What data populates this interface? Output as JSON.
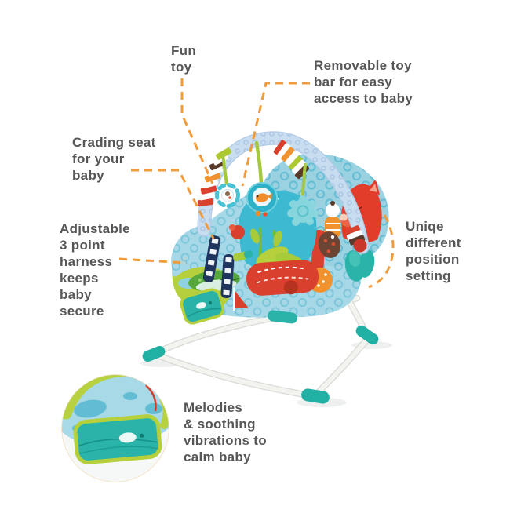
{
  "page": {
    "background": "#ffffff",
    "subject": "Baby bouncer rocker feature infographic"
  },
  "callouts": {
    "fun_toy": {
      "lines": [
        "Fun",
        "toy"
      ]
    },
    "removable_bar": {
      "lines": [
        "Removable toy",
        "bar for easy",
        "access to baby"
      ]
    },
    "cradling_seat": {
      "lines": [
        "Crading seat",
        "for your",
        "baby"
      ]
    },
    "adjustable_harness": {
      "lines": [
        "Adjustable",
        "3 point",
        "harness",
        "keeps",
        "baby",
        "secure"
      ]
    },
    "unique_position": {
      "lines": [
        "Uniqe",
        "different",
        "position",
        "setting"
      ]
    },
    "melodies": {
      "lines": [
        "Melodies",
        "& soothing",
        "vibrations to",
        "calm baby"
      ]
    }
  },
  "colors": {
    "dash_orange": "#f09c3c",
    "label_text": "#565658",
    "seat_blue": "#a7d8e7",
    "dot_blue": "#5cb9d2",
    "teal": "#2ab3a9",
    "lime_green": "#b5cf3d",
    "red": "#d9402d",
    "orange": "#f0922d",
    "brown": "#5a3a2b",
    "bar_sleeve_blue": "#c9ddf0",
    "frame_white": "#f2f2ef"
  }
}
